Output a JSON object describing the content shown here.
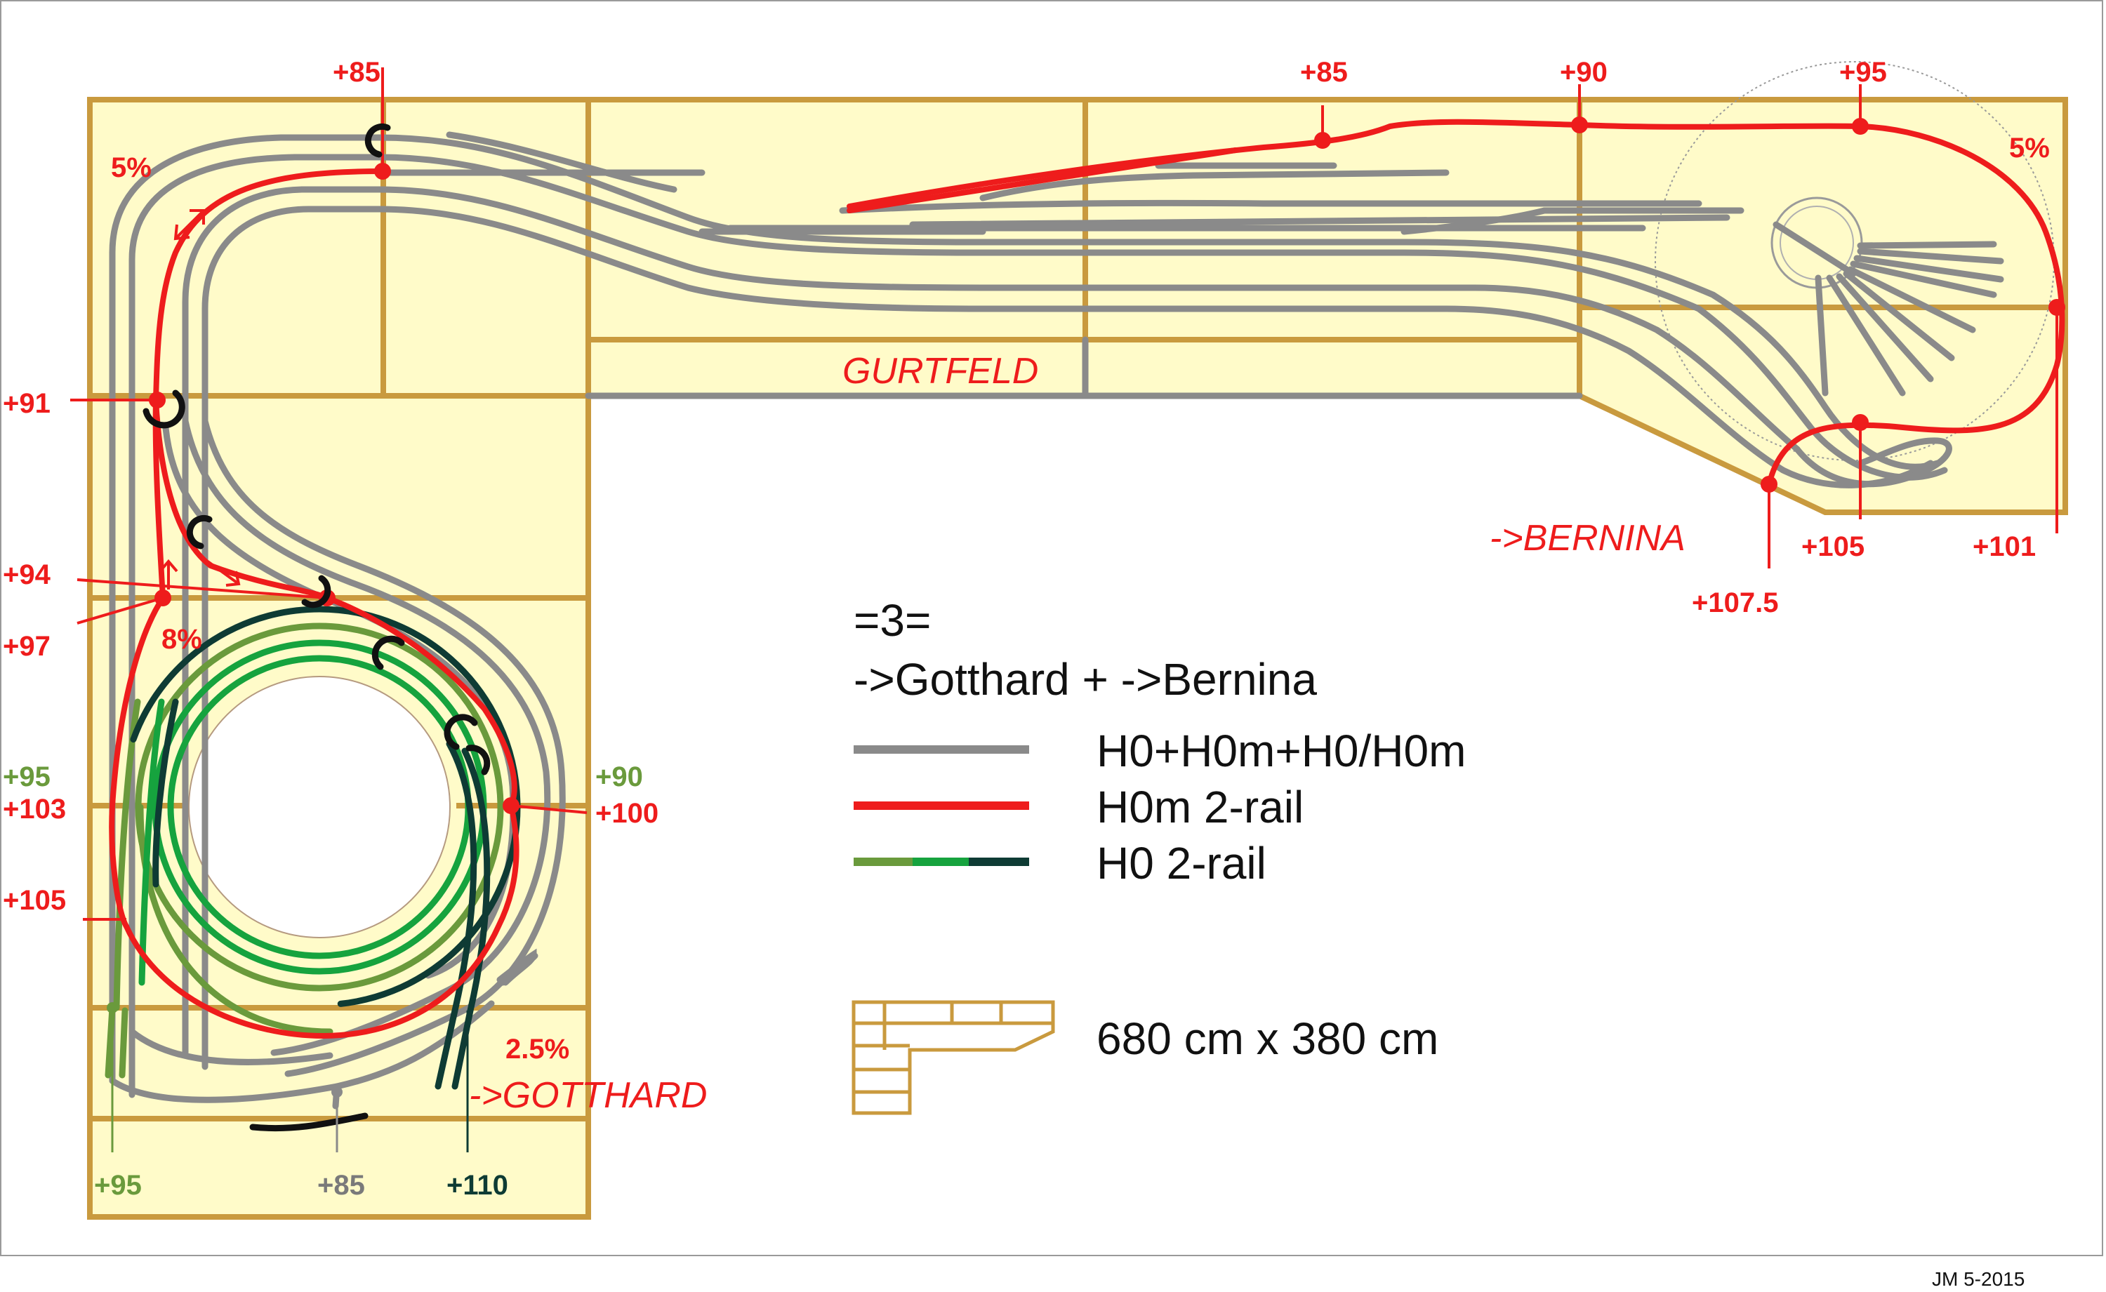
{
  "colors": {
    "board_fill": "#fffbc9",
    "board_frame": "#c99a3e",
    "track_grey": "#8a8a8a",
    "track_red": "#ee1c1c",
    "track_green_light": "#6a9a3c",
    "track_green": "#16a33e",
    "track_dark": "#0e3b34",
    "tunnel_black": "#111111"
  },
  "legend": {
    "title": "=3=",
    "subtitle": "->Gotthard + ->Bernina",
    "items": [
      {
        "label": "H0+H0m+H0/H0m",
        "color": "#8a8a8a",
        "icon": "grey-line"
      },
      {
        "label": "H0m 2-rail",
        "color": "#ee1c1c",
        "icon": "red-line"
      },
      {
        "label": "H0 2-rail",
        "color": "#6a9a3c",
        "icon": "green-gradient-line"
      }
    ],
    "size_label": "680 cm x 380 cm",
    "size_icon": "layout-outline-icon"
  },
  "stations": {
    "gurtfeld": "GURTFELD",
    "bernina": "->BERNINA",
    "gotthard": "->GOTTHARD"
  },
  "grades": {
    "top_left": "5%",
    "top_right": "5%",
    "left_mid": "8%",
    "bottom": "2.5%"
  },
  "heights": {
    "top_left_85": "+85",
    "top_mid_85": "+85",
    "top_90": "+90",
    "top_95": "+95",
    "left_91": "+91",
    "left_94": "+94",
    "left_97": "+97",
    "left_95_green": "+95",
    "left_103": "+103",
    "left_105": "+105",
    "mid_90_green": "+90",
    "mid_100": "+100",
    "right_105": "+105",
    "right_101": "+101",
    "right_107_5": "+107.5",
    "bottom_95_green": "+95",
    "bottom_85_grey": "+85",
    "bottom_110_dark": "+110"
  },
  "credit": "JM 5-2015"
}
